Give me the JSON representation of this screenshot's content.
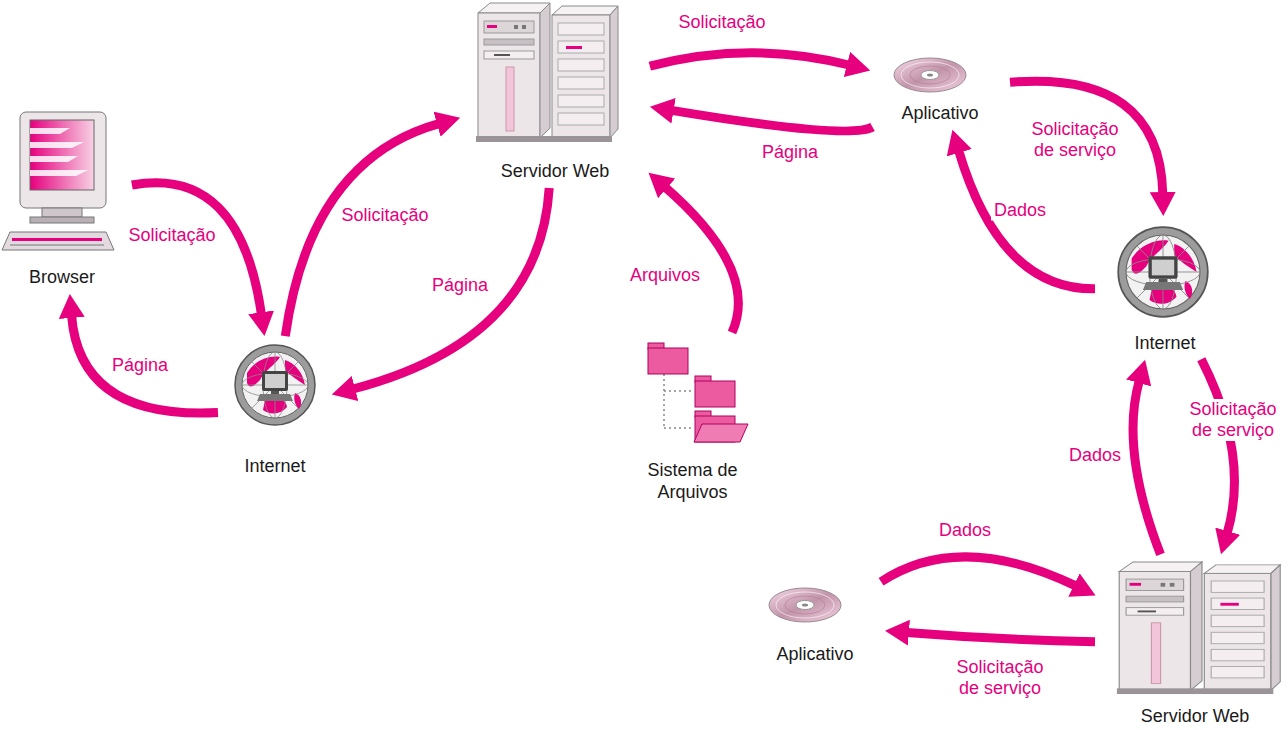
{
  "diagram": {
    "nodes": [
      {
        "text": [
          "Browser"
        ]
      },
      {
        "text": [
          "Internet"
        ]
      },
      {
        "text": [
          "Servidor Web"
        ]
      },
      {
        "text": [
          "Sistema de Arquivos"
        ]
      },
      {
        "text": [
          "Aplicativo"
        ]
      },
      {
        "text": [
          "Internet"
        ]
      },
      {
        "text": [
          "Aplicativo"
        ]
      },
      {
        "text": [
          "Servidor Web"
        ]
      }
    ],
    "edges": [
      {
        "from": 0,
        "to": 1,
        "label": "Solicitação",
        "arrow": "to"
      },
      {
        "from": 1,
        "to": 0,
        "label": "Página",
        "arrow": "to"
      },
      {
        "from": 1,
        "to": 2,
        "label": "Solicitação",
        "arrow": "to"
      },
      {
        "from": 2,
        "to": 1,
        "label": "Página",
        "arrow": "to"
      },
      {
        "from": 3,
        "to": 2,
        "label": "Arquivos",
        "arrow": "to"
      },
      {
        "from": 2,
        "to": 4,
        "label": "Solicitação",
        "arrow": "to"
      },
      {
        "from": 4,
        "to": 2,
        "label": "Página",
        "arrow": "to"
      },
      {
        "from": 4,
        "to": 5,
        "label": "Solicitação de serviço",
        "arrow": "to"
      },
      {
        "from": 5,
        "to": 4,
        "label": "Dados",
        "arrow": "to"
      },
      {
        "from": 5,
        "to": 7,
        "label": "Solicitação de serviço",
        "arrow": "to"
      },
      {
        "from": 7,
        "to": 5,
        "label": "Dados",
        "arrow": "to"
      },
      {
        "from": 6,
        "to": 7,
        "label": "Dados",
        "arrow": "to"
      },
      {
        "from": 7,
        "to": 6,
        "label": "Solicitação de serviço",
        "arrow": "to"
      }
    ]
  }
}
